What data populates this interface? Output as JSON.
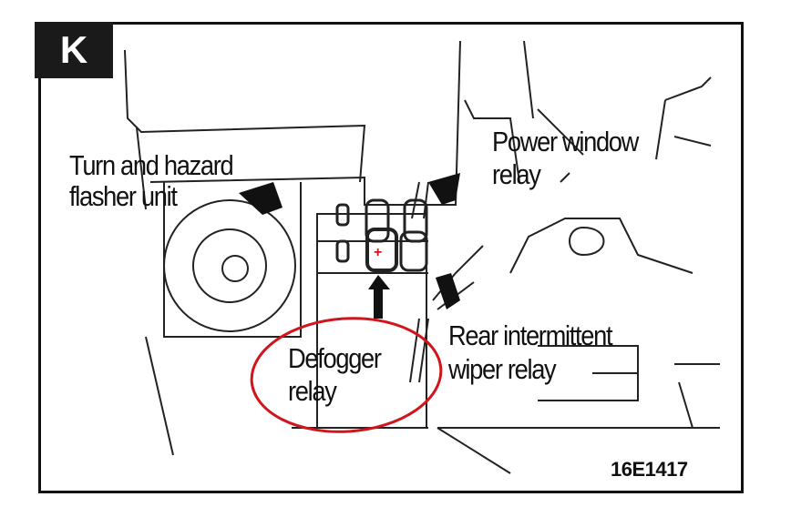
{
  "panel_letter": "K",
  "labels": {
    "turn_hazard_line1": "Turn and hazard",
    "turn_hazard_line2": "flasher unit",
    "power_window_line1": "Power window",
    "power_window_line2": "relay",
    "defogger_line1": "Defogger",
    "defogger_line2": "relay",
    "rear_wiper_line1": "Rear intermittent",
    "rear_wiper_line2": "wiper relay"
  },
  "figure_code": "16E1417",
  "colors": {
    "ink": "#111111",
    "annotation": "#d0161c"
  }
}
